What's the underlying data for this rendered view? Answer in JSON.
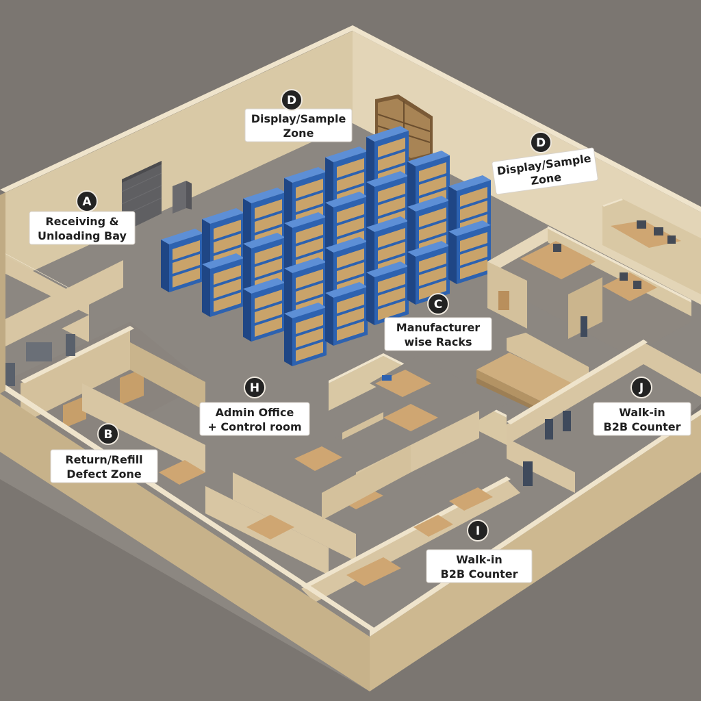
{
  "colors": {
    "background": "#7b7671",
    "floor": "#8c8781",
    "wall_top": "#e2d4b8",
    "wall_inner": "#d8c6a3",
    "wall_outer": "#c2ad86",
    "rack_blue": "#2d62b0",
    "rack_shelf": "#c9a36a",
    "desk": "#d1aa73",
    "label_bg": "#ffffff",
    "badge": "#232323"
  },
  "zones": [
    {
      "id": "A",
      "badge": "A",
      "lines": [
        "Receiving &",
        "Unloading Bay"
      ]
    },
    {
      "id": "B",
      "badge": "B",
      "lines": [
        "Return/Refill",
        "Defect Zone"
      ]
    },
    {
      "id": "C",
      "badge": "C",
      "lines": [
        "Manufacturer",
        "wise Racks"
      ]
    },
    {
      "id": "D1",
      "badge": "D",
      "lines": [
        "Display/Sample",
        "Zone"
      ]
    },
    {
      "id": "D2",
      "badge": "D",
      "lines": [
        "Display/Sample",
        "Zone"
      ]
    },
    {
      "id": "H",
      "badge": "H",
      "lines": [
        "Admin Office",
        "+ Control room"
      ]
    },
    {
      "id": "I",
      "badge": "I",
      "lines": [
        "Walk-in",
        "B2B Counter"
      ]
    },
    {
      "id": "J",
      "badge": "J",
      "lines": [
        "Walk-in",
        "B2B Counter"
      ]
    }
  ]
}
